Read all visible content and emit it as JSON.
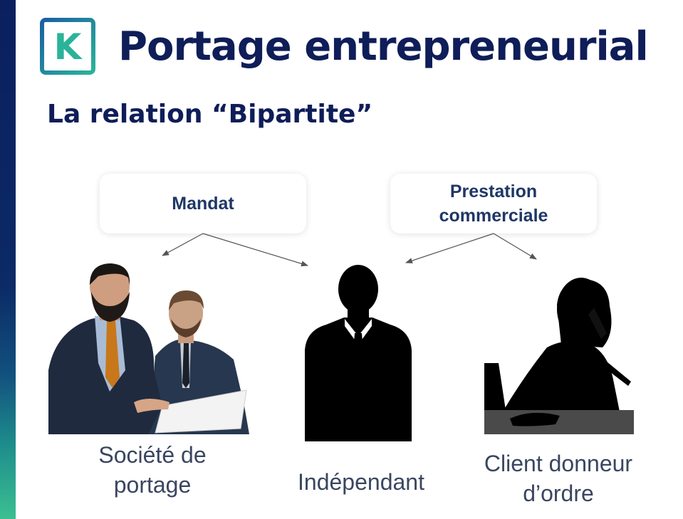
{
  "header": {
    "logo_letter": "K",
    "title": "Portage entrepreneurial",
    "subtitle": "La relation “Bipartite”"
  },
  "relations": {
    "mandat": "Mandat",
    "prestation_line1": "Prestation",
    "prestation_line2": "commerciale"
  },
  "parties": {
    "societe_line1": "Société de",
    "societe_line2": "portage",
    "independant": "Indépendant",
    "client_line1": "Client donneur",
    "client_line2": "d’ordre"
  },
  "colors": {
    "title": "#0f1d58",
    "relation_text": "#1f3766",
    "caption_text": "#3a4660",
    "logo_teal": "#2bb39a",
    "logo_blue": "#1a5fa3",
    "sidebar_top": "#0b1f5e",
    "sidebar_bottom": "#3bbf92"
  }
}
